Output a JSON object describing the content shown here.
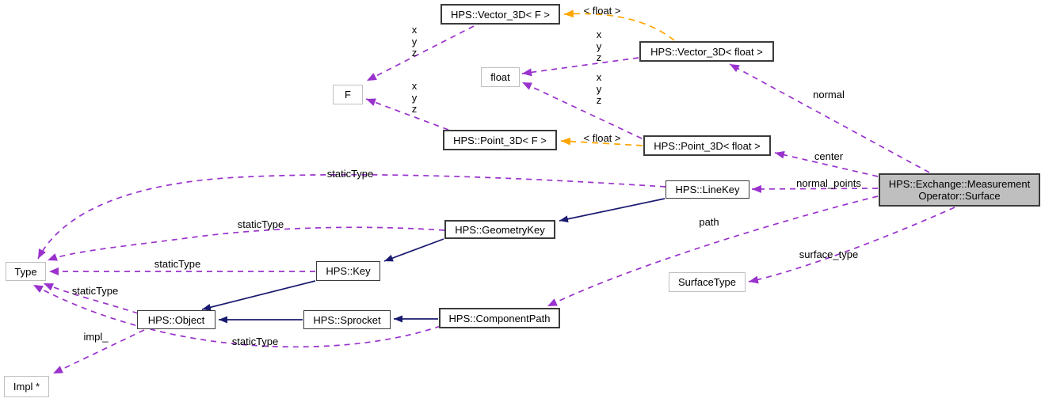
{
  "diagram": {
    "kind": "collaboration-graph",
    "nodes": {
      "vector3d_f": {
        "label": "HPS::Vector_3D< F >"
      },
      "vector3d_float": {
        "label": "HPS::Vector_3D< float >"
      },
      "point3d_f": {
        "label": "HPS::Point_3D< F >"
      },
      "point3d_float": {
        "label": "HPS::Point_3D< float >"
      },
      "f": {
        "label": "F"
      },
      "float": {
        "label": "float"
      },
      "surface": {
        "lines": [
          "HPS::Exchange::Measurement",
          "Operator::Surface"
        ]
      },
      "linekey": {
        "label": "HPS::LineKey"
      },
      "geometrykey": {
        "label": "HPS::GeometryKey"
      },
      "key": {
        "label": "HPS::Key"
      },
      "type": {
        "label": "Type"
      },
      "object": {
        "label": "HPS::Object"
      },
      "sprocket": {
        "label": "HPS::Sprocket"
      },
      "componentpath": {
        "label": "HPS::ComponentPath"
      },
      "surfacetype": {
        "label": "SurfaceType"
      },
      "impl": {
        "label": "Impl *"
      }
    },
    "edge_labels": {
      "x": "x",
      "y": "y",
      "z": "z",
      "template_arg": "< float >",
      "normal": "normal",
      "center": "center",
      "normal_points": "normal_points",
      "path": "path",
      "surface_type": "surface_type",
      "static_type": "staticType",
      "impl": "impl_"
    },
    "colors": {
      "usage_edge": "#9a32cd",
      "template_edge": "#ffa500",
      "inheritance_edge": "#191970",
      "main_node_fill": "#bfbfbf",
      "node_border": "#3b3b3b",
      "external_node_border": "#bfbfbf",
      "background": "#ffffff"
    }
  }
}
